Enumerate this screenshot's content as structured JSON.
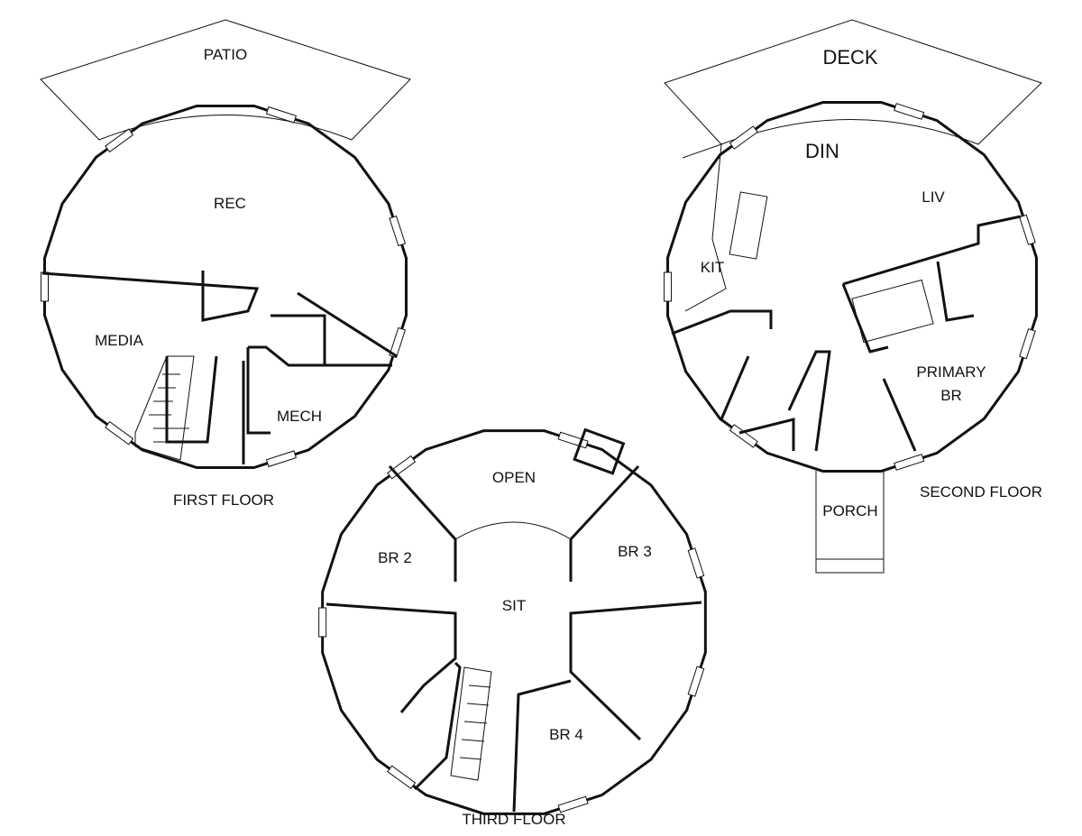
{
  "floors": {
    "first": {
      "title": "FIRST FLOOR",
      "rooms": {
        "patio": "PATIO",
        "rec": "REC",
        "media": "MEDIA",
        "mech": "MECH"
      }
    },
    "second": {
      "title": "SECOND FLOOR",
      "rooms": {
        "deck": "DECK",
        "din": "DIN",
        "liv": "LIV",
        "kit": "KIT",
        "primary_br_1": "PRIMARY",
        "primary_br_2": "BR",
        "porch": "PORCH"
      }
    },
    "third": {
      "title": "THIRD FLOOR",
      "rooms": {
        "open": "OPEN",
        "br2": "BR 2",
        "br3": "BR 3",
        "sit": "SIT",
        "br4": "BR 4"
      }
    }
  }
}
